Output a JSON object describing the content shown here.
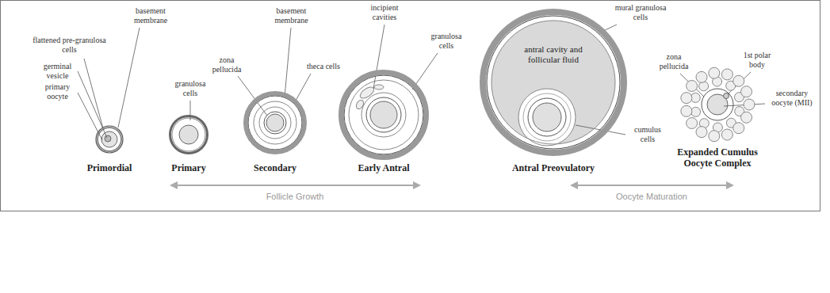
{
  "diagram": {
    "nodes": [
      {
        "text": [
          "Primordial"
        ]
      },
      {
        "text": [
          "Primary"
        ]
      },
      {
        "text": [
          "Secondary"
        ]
      },
      {
        "text": [
          "Early Antral"
        ]
      },
      {
        "text": [
          "Antral Preovulatory"
        ]
      },
      {
        "text": [
          "antral cavity and follicular fluid"
        ],
        "in": 4
      },
      {
        "text": [
          "Expanded Cumulus Oocyte Complex"
        ]
      }
    ],
    "labels": [
      "basement membrane",
      "flattened pre-granulosa cells",
      "germinal vesicle",
      "primary oocyte",
      "granulosa cells",
      "basement membrane",
      "zona pellucida",
      "theca cells",
      "incipient cavities",
      "granulosa cells",
      "mural granulosa cells",
      "cumulus cells",
      "zona pellucida",
      "1st polar body",
      "secondary oocyte (MII)",
      "Follicle Growth",
      "Oocyte Maturation"
    ]
  }
}
